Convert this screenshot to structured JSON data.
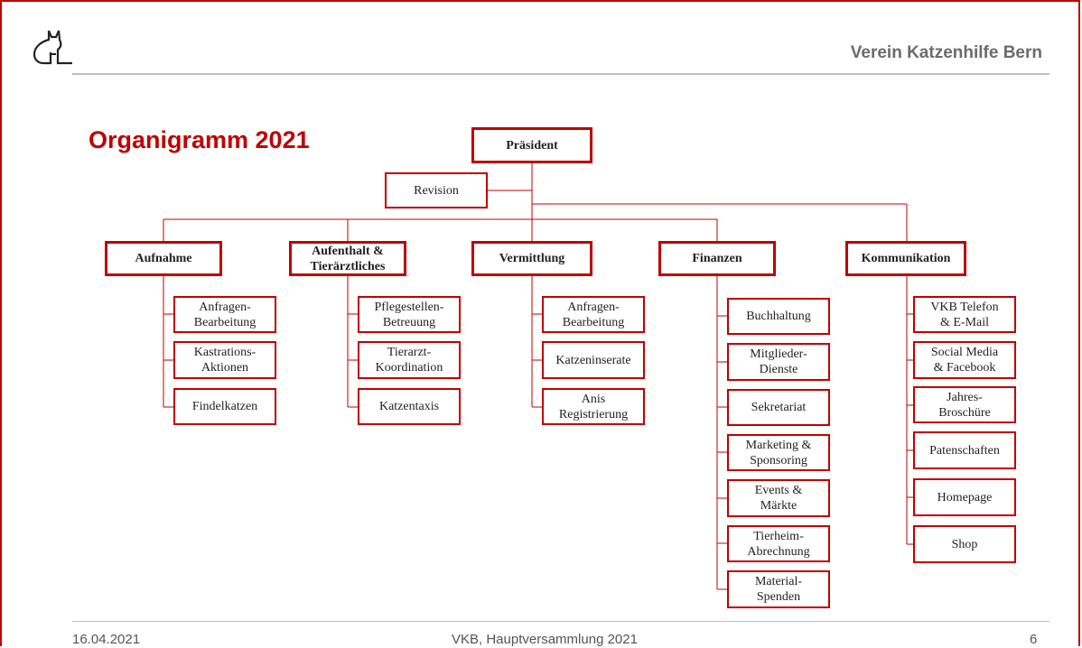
{
  "header": {
    "title": "Verein Katzenhilfe Bern",
    "logo_icon": "cat-logo-icon"
  },
  "slide": {
    "title": "Organigramm 2021"
  },
  "org": {
    "president": "Präsident",
    "revision": "Revision",
    "departments": [
      {
        "label": "Aufnahme",
        "children": [
          "Anfragen-\nBearbeitung",
          "Kastrations-\nAktionen",
          "Findelkatzen"
        ]
      },
      {
        "label": "Aufenthalt &\nTierärztliches",
        "children": [
          "Pflegestellen-\nBetreuung",
          "Tierarzt-\nKoordination",
          "Katzentaxis"
        ]
      },
      {
        "label": "Vermittlung",
        "children": [
          "Anfragen-\nBearbeitung",
          "Katzeninserate",
          "Anis\nRegistrierung"
        ]
      },
      {
        "label": "Finanzen",
        "children": [
          "Buchhaltung",
          "Mitglieder-\nDienste",
          "Sekretariat",
          "Marketing &\nSponsoring",
          "Events &\nMärkte",
          "Tierheim-\nAbrechnung",
          "Material-\nSpenden"
        ]
      },
      {
        "label": "Kommunikation",
        "children": [
          "VKB Telefon\n& E-Mail",
          "Social Media\n& Facebook",
          "Jahres-\nBroschüre",
          "Patenschaften",
          "Homepage",
          "Shop"
        ]
      }
    ]
  },
  "footer": {
    "date": "16.04.2021",
    "center": "VKB, Hauptversammlung 2021",
    "page": "6"
  },
  "colors": {
    "accent": "#c00000",
    "rule": "#bfbfbf"
  }
}
